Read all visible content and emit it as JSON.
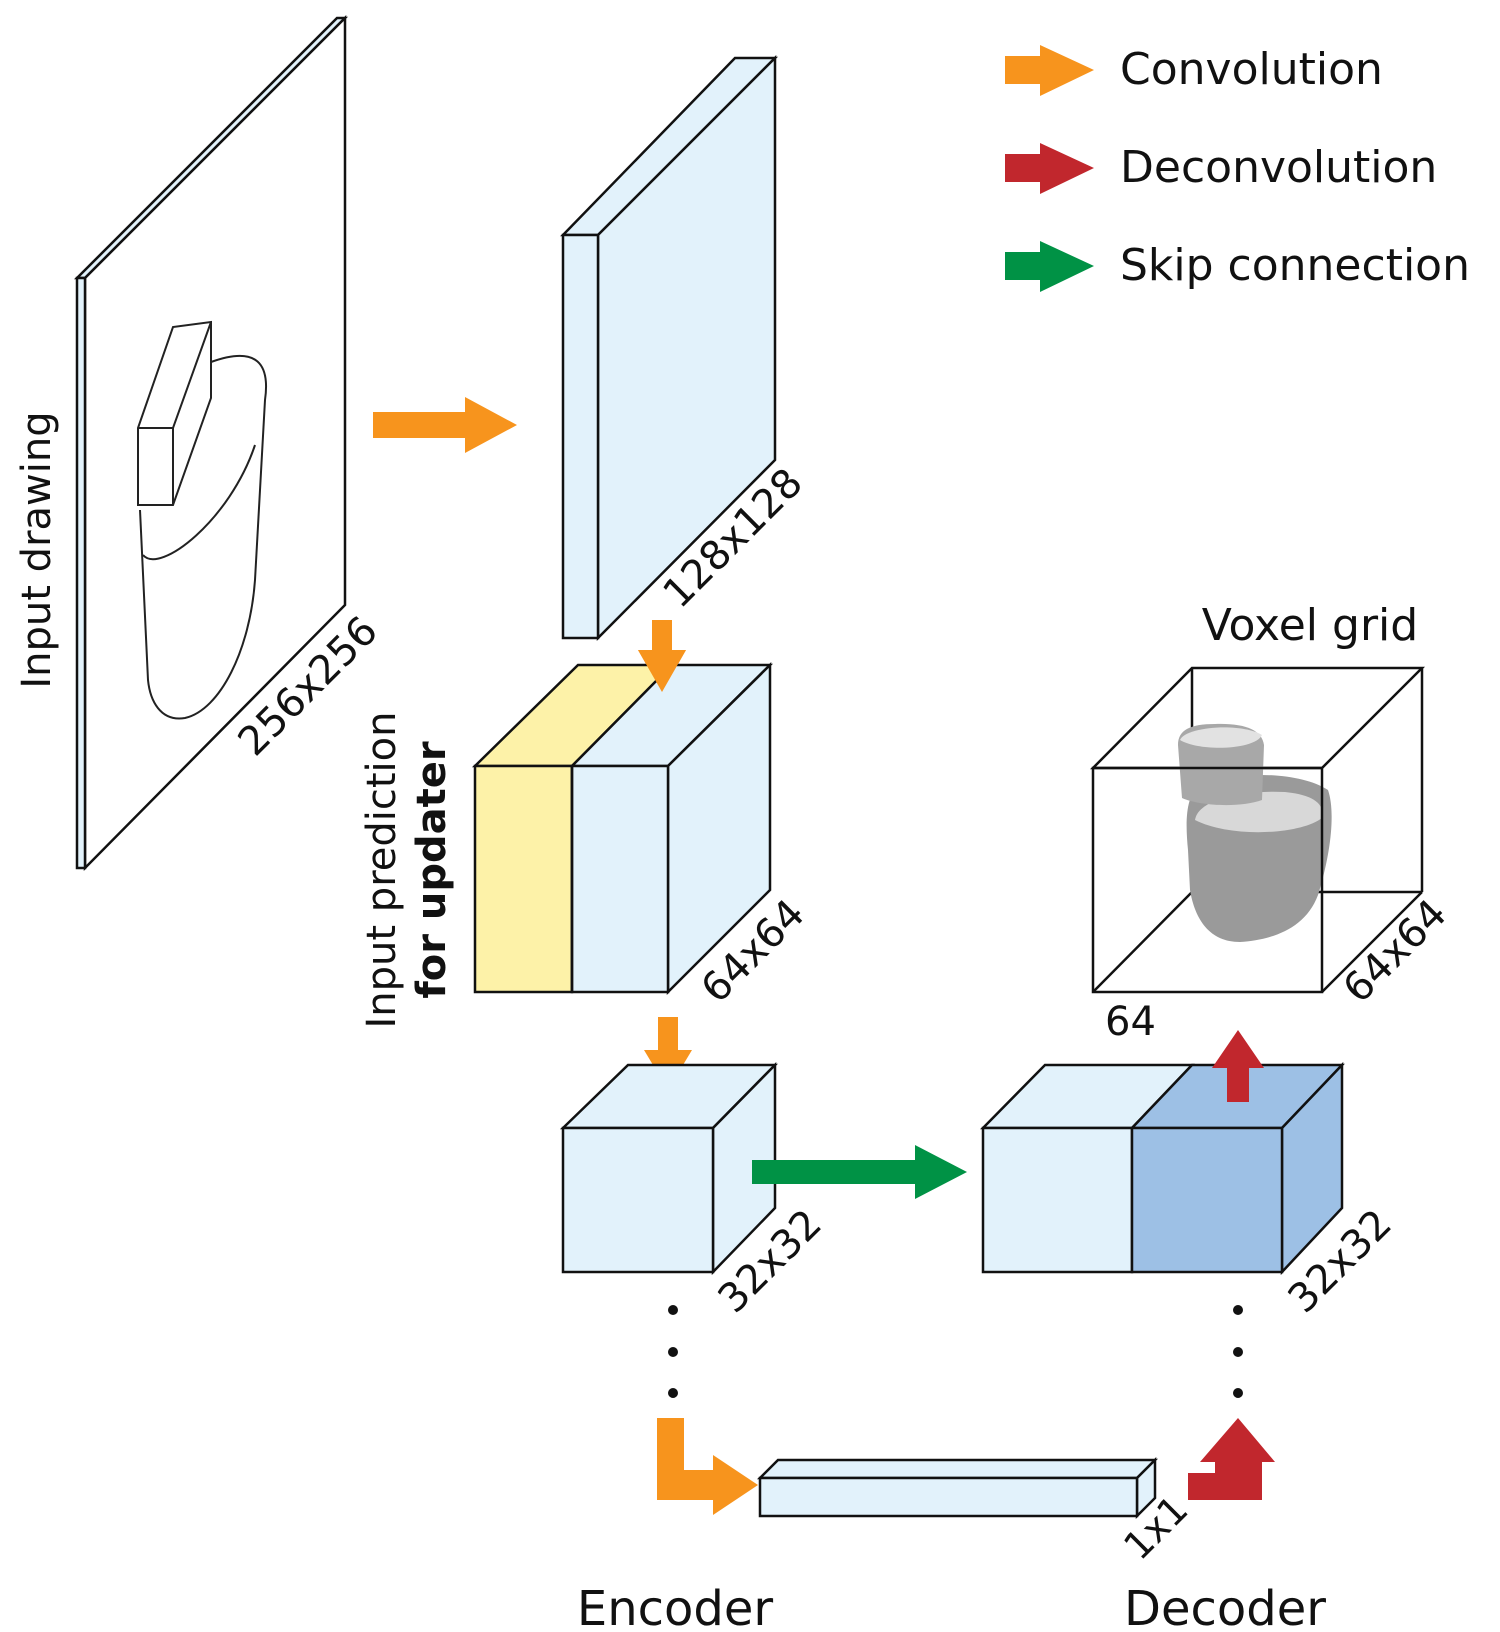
{
  "legend": {
    "convolution": "Convolution",
    "deconvolution": "Deconvolution",
    "skip": "Skip connection"
  },
  "labels": {
    "input_drawing": "Input drawing",
    "size_256": "256x256",
    "size_128": "128x128",
    "size_64": "64x64",
    "size_32_enc": "32x32",
    "size_32_dec": "32x32",
    "size_1": "1x1",
    "voxel_grid": "Voxel grid",
    "voxel_size": "64x64",
    "voxel_depth": "64",
    "input_prediction": "Input prediction",
    "for_updater": "for updater",
    "encoder": "Encoder",
    "decoder": "Decoder"
  },
  "colors": {
    "convolution": "#f7941d",
    "deconvolution": "#c1272d",
    "skip": "#009245",
    "feature_light": "#e2f2fb",
    "feature_dark": "#9dc0e5",
    "prediction": "#fdf2a8"
  }
}
